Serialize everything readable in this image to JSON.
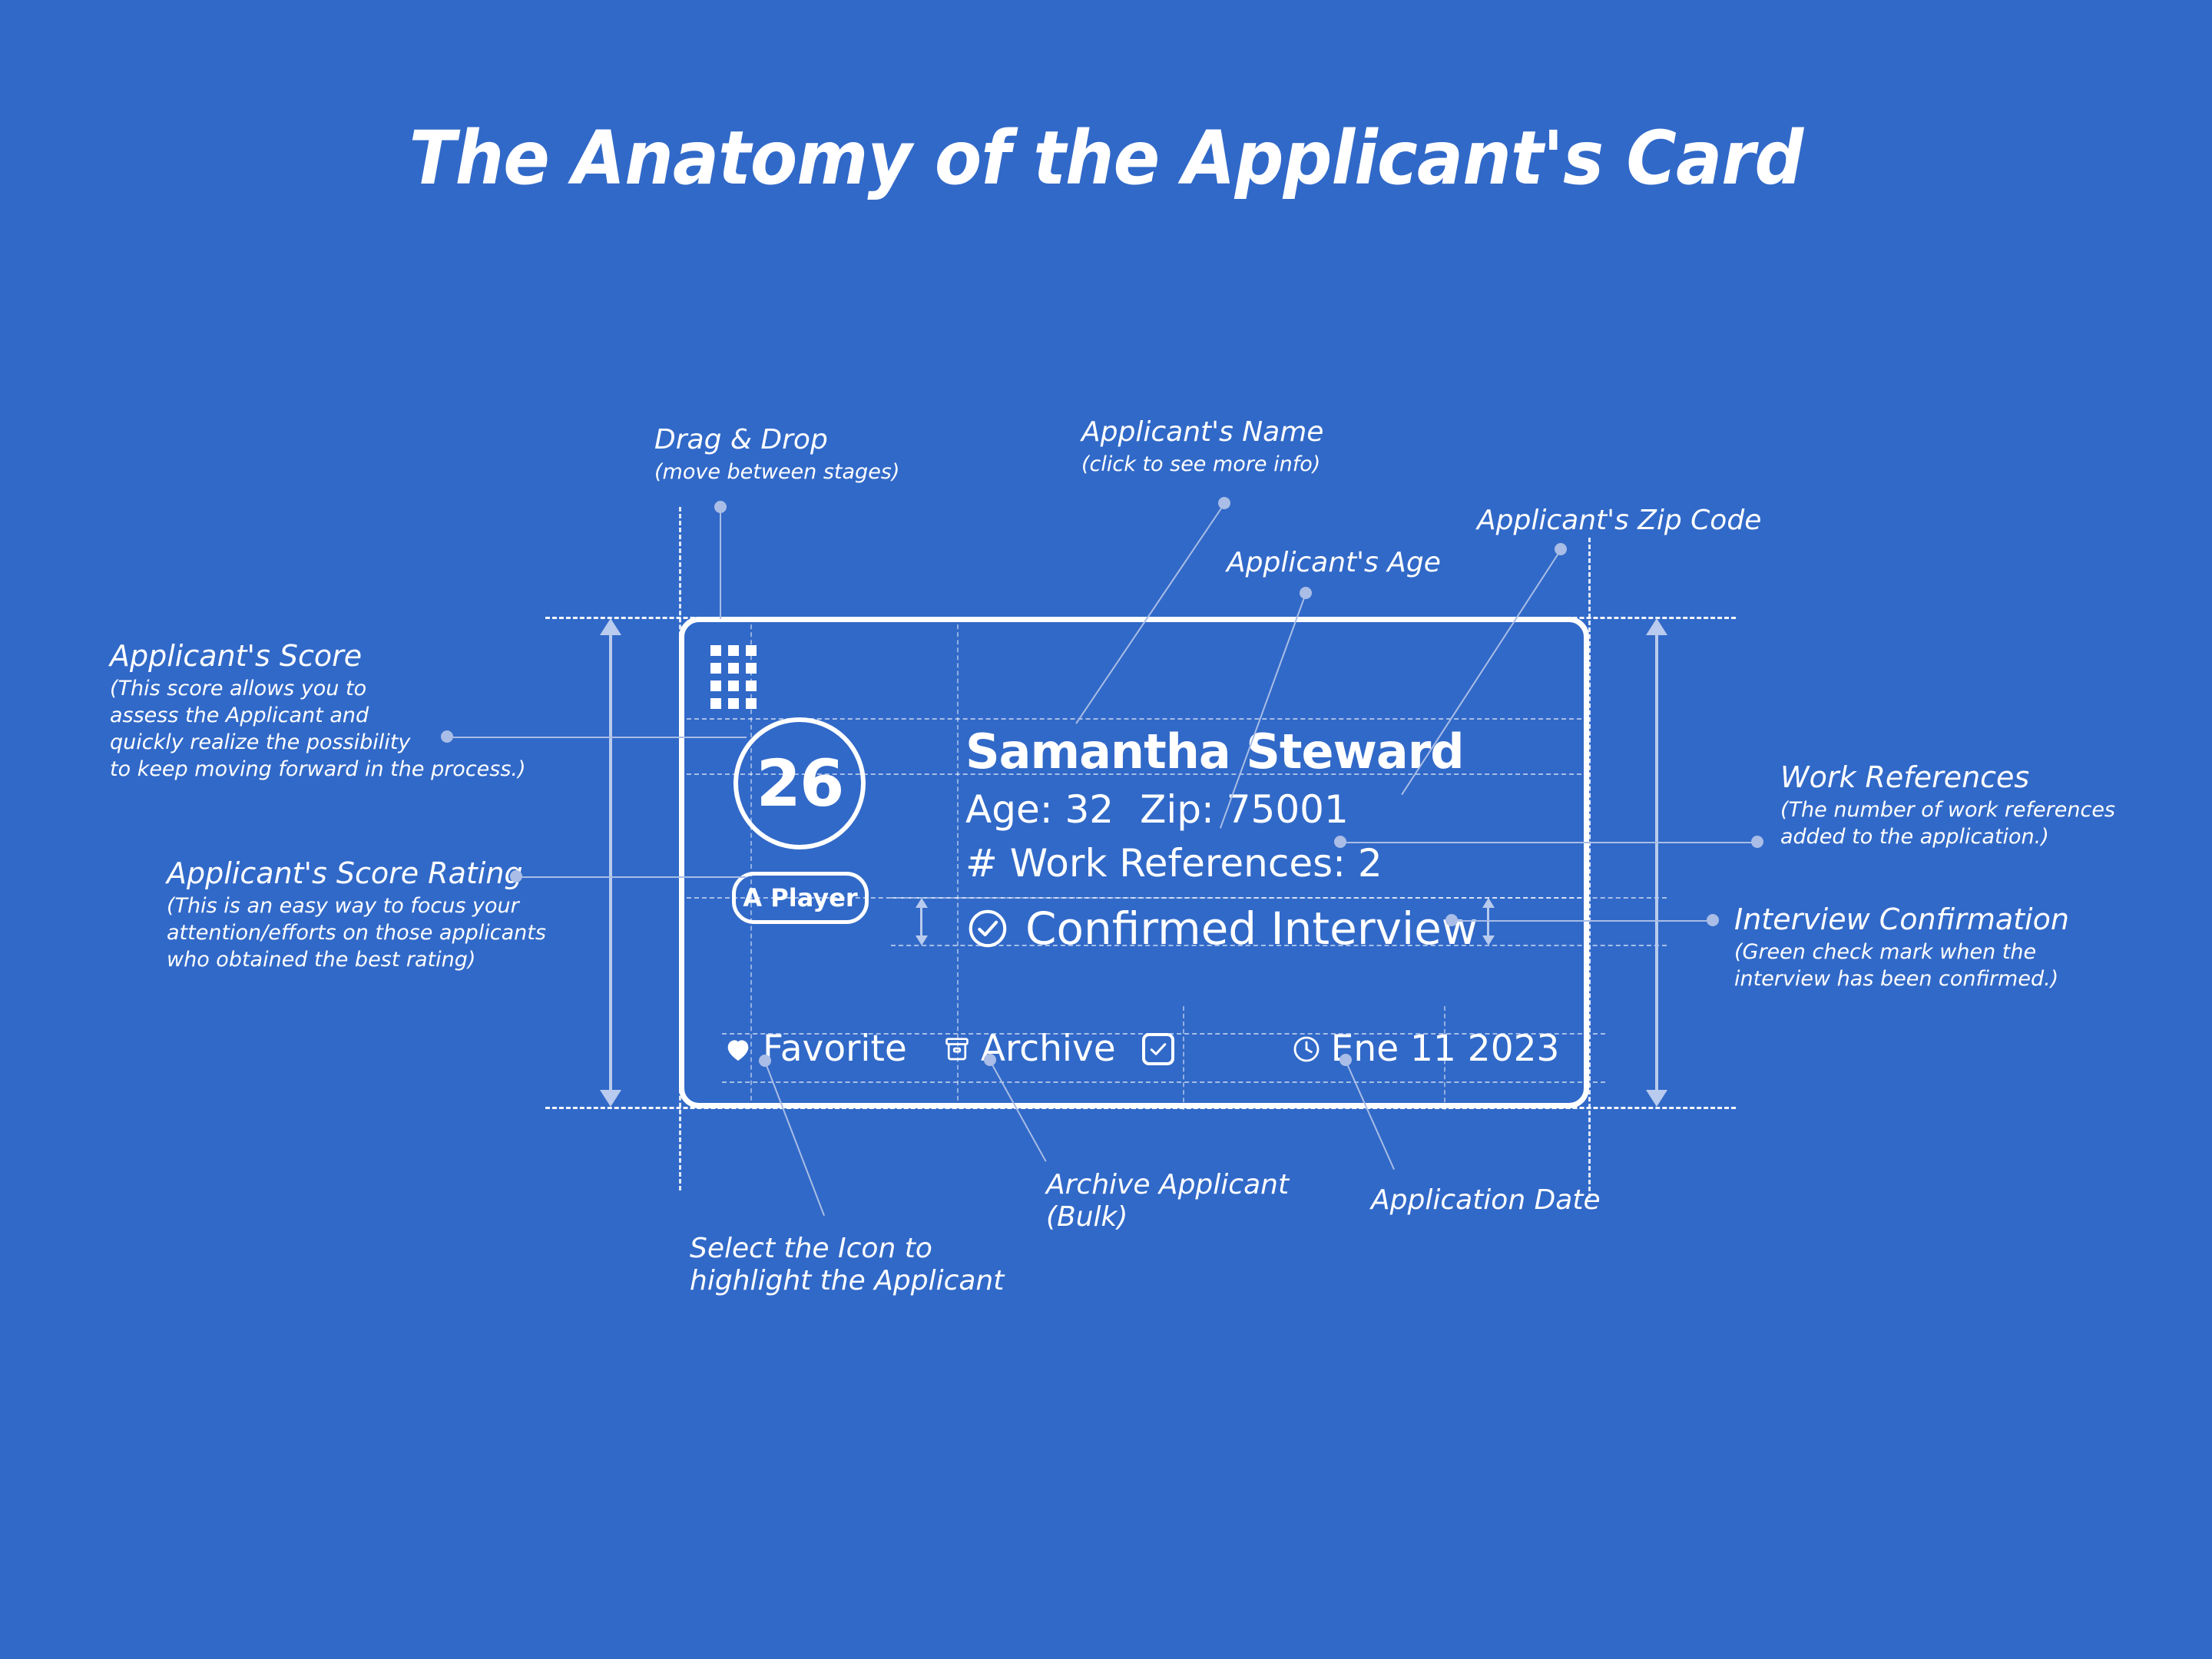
{
  "page": {
    "title": "The Anatomy of the Applicant's Card",
    "background_color": "#3169c8",
    "accent_color": "#a9bde6",
    "text_color": "#ffffff"
  },
  "card": {
    "score": "26",
    "rating_label": "A Player",
    "name": "Samantha Steward",
    "age_label": "Age: 32",
    "zip_label": "Zip: 75001",
    "work_references_label": "# Work References: 2",
    "interview_status": "Confirmed Interview",
    "footer": {
      "favorite_label": "Favorite",
      "archive_label": "Archive",
      "date_label": "Ene 11 2023"
    },
    "icons": {
      "drag_handle": "drag-handle-icon",
      "check_circle": "check-circle-icon",
      "heart": "heart-icon",
      "archive_box": "archive-box-icon",
      "checkbox": "checkbox-checked-icon",
      "clock": "clock-icon"
    }
  },
  "annotations": {
    "drag_drop": {
      "head": "Drag & Drop",
      "sub": "(move between stages)"
    },
    "applicant_name": {
      "head": "Applicant's Name",
      "sub": "(click to see more info)"
    },
    "applicant_age": {
      "head": "Applicant's Age",
      "sub": ""
    },
    "applicant_zip": {
      "head": "Applicant's Zip Code",
      "sub": ""
    },
    "applicant_score": {
      "head": "Applicant's Score",
      "sub_l1": "(This score allows you to",
      "sub_l2": "assess the Applicant and",
      "sub_l3": "quickly realize the possibility",
      "sub_l4": "to keep moving forward in the process.)"
    },
    "score_rating": {
      "head": "Applicant's Score Rating",
      "sub_l1": "(This is an easy way to focus your",
      "sub_l2": "attention/efforts on those applicants",
      "sub_l3": "who obtained the best rating)"
    },
    "work_references": {
      "head": "Work References",
      "sub_l1": "(The number of work references",
      "sub_l2": "added to the application.)"
    },
    "interview_confirmation": {
      "head": "Interview Confirmation",
      "sub_l1": "(Green check mark when the",
      "sub_l2": "interview has been confirmed.)"
    },
    "select_icon": {
      "l1": "Select the Icon to",
      "l2": "highlight the Applicant"
    },
    "archive_applicant": {
      "l1": "Archive Applicant",
      "l2": "(Bulk)"
    },
    "application_date": {
      "l1": "Application Date",
      "l2": ""
    }
  }
}
